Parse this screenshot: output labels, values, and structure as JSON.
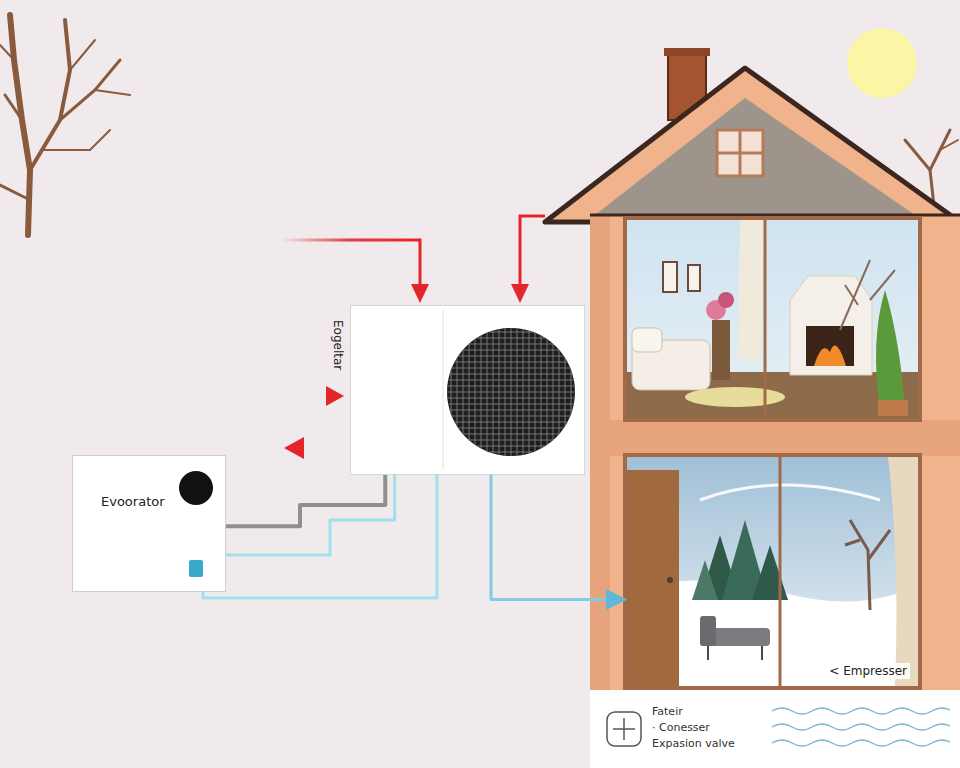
{
  "diagram": {
    "nodes": [
      {
        "text": [
          "Eogeltar"
        ]
      },
      {
        "text": [
          "Evoorator"
        ]
      },
      {
        "text": [
          "< Empresser"
        ]
      }
    ],
    "edges": [
      {
        "from": 1,
        "to": 0,
        "arrow": "none"
      },
      {
        "from": 1,
        "to": 0,
        "arrow": "none"
      },
      {
        "from": 1,
        "to": 0,
        "arrow": "none"
      },
      {
        "from": 0,
        "to": 2,
        "arrow": "to"
      }
    ],
    "legend": [
      {
        "text": "Fateir"
      },
      {
        "text": "· Conesser"
      },
      {
        "text": "Expasion valve"
      }
    ]
  }
}
